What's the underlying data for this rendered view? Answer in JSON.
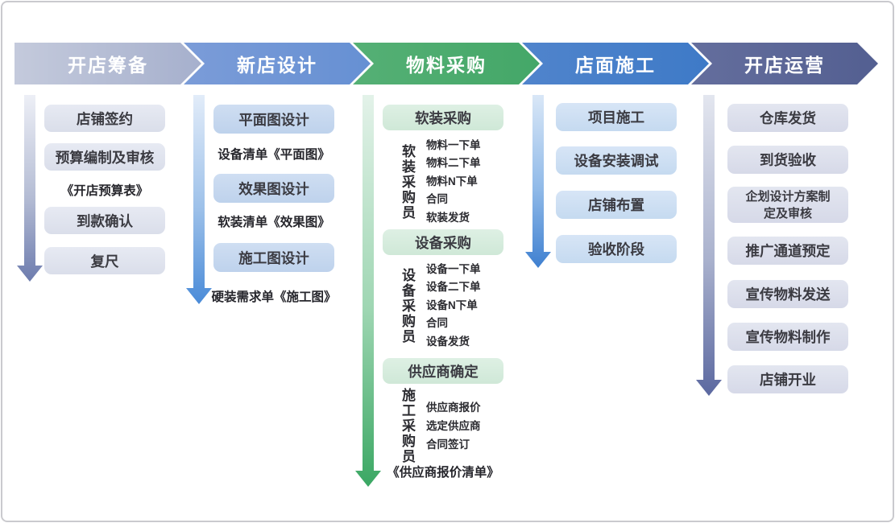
{
  "phases": [
    {
      "title": "开店筹备",
      "color": "#aab3cf"
    },
    {
      "title": "新店设计",
      "color": "#6d95d5"
    },
    {
      "title": "物料采购",
      "color": "#4cab6e"
    },
    {
      "title": "店面施工",
      "color": "#477fca"
    },
    {
      "title": "开店运营",
      "color": "#5a6795"
    }
  ],
  "preparation": {
    "sign": "店铺签约",
    "budget": "预算编制及审核",
    "budget_doc": "《开店预算表》",
    "payment": "到款确认",
    "remeasure": "复尺"
  },
  "design": {
    "floor_plan": "平面图设计",
    "floor_plan_doc": "设备清单《平面图》",
    "render": "效果图设计",
    "render_doc": "软装清单《效果图》",
    "construction_drawing": "施工图设计",
    "construction_doc": "硬装需求单《施工图》"
  },
  "procurement": {
    "soft_title": "软装采购",
    "soft_role": "软装采购员",
    "soft_items": [
      "物料一下单",
      "物料二下单",
      "物料N下单",
      "合同",
      "软装发货"
    ],
    "equipment_title": "设备采购",
    "equipment_role": "设备采购员",
    "equipment_items": [
      "设备一下单",
      "设备二下单",
      "设备N下单",
      "合同",
      "设备发货"
    ],
    "supplier_title": "供应商确定",
    "supplier_role": "施工采购员",
    "supplier_items": [
      "供应商报价",
      "选定供应商",
      "合同签订"
    ],
    "supplier_doc": "《供应商报价清单》"
  },
  "construction": {
    "project": "项目施工",
    "install": "设备安装调试",
    "layout": "店铺布置",
    "acceptance": "验收阶段"
  },
  "operation": {
    "items": [
      "仓库发货",
      "到货验收",
      "企划设计方案制定及审核",
      "推广通道预定",
      "宣传物料发送",
      "宣传物料制作",
      "店铺开业"
    ]
  }
}
